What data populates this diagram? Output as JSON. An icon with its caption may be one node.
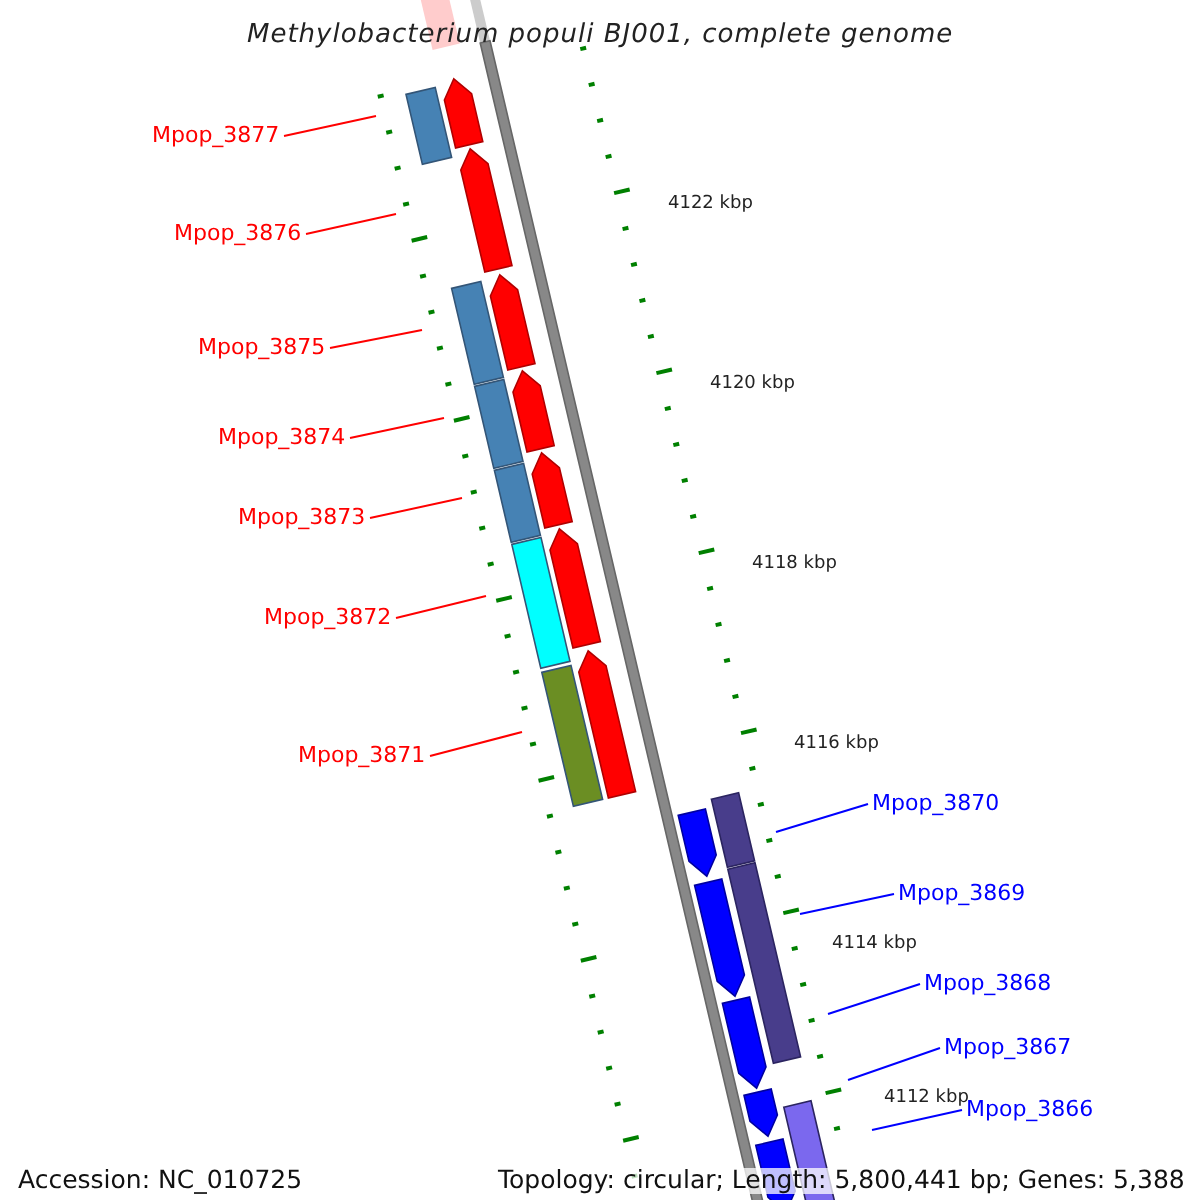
{
  "diagram": {
    "title": "Methylobacterium populi BJ001, complete genome",
    "nodes": [
      {
        "text": [
          "Mpop_3877"
        ]
      },
      {
        "text": [
          "Mpop_3876"
        ]
      },
      {
        "text": [
          "Mpop_3875"
        ]
      },
      {
        "text": [
          "Mpop_3874"
        ]
      },
      {
        "text": [
          "Mpop_3873"
        ]
      },
      {
        "text": [
          "Mpop_3872"
        ]
      },
      {
        "text": [
          "Mpop_3871"
        ]
      },
      {
        "text": [
          "Mpop_3870"
        ]
      },
      {
        "text": [
          "Mpop_3869"
        ]
      },
      {
        "text": [
          "Mpop_3868"
        ]
      },
      {
        "text": [
          "Mpop_3867"
        ]
      },
      {
        "text": [
          "Mpop_3866"
        ]
      }
    ],
    "edges": [
      {
        "from": 0,
        "to": null,
        "arrow": "none",
        "color": "#ff0000"
      },
      {
        "from": 1,
        "to": null,
        "arrow": "none",
        "color": "#ff0000"
      },
      {
        "from": 2,
        "to": null,
        "arrow": "none",
        "color": "#ff0000"
      },
      {
        "from": 3,
        "to": null,
        "arrow": "none",
        "color": "#ff0000"
      },
      {
        "from": 4,
        "to": null,
        "arrow": "none",
        "color": "#ff0000"
      },
      {
        "from": 5,
        "to": null,
        "arrow": "none",
        "color": "#ff0000"
      },
      {
        "from": 6,
        "to": null,
        "arrow": "none",
        "color": "#ff0000"
      },
      {
        "from": 7,
        "to": null,
        "arrow": "none",
        "color": "#0000ff"
      },
      {
        "from": 8,
        "to": null,
        "arrow": "none",
        "color": "#0000ff"
      },
      {
        "from": 9,
        "to": null,
        "arrow": "none",
        "color": "#0000ff"
      },
      {
        "from": 10,
        "to": null,
        "arrow": "none",
        "color": "#0000ff"
      },
      {
        "from": 11,
        "to": null,
        "arrow": "none",
        "color": "#0000ff"
      }
    ],
    "labels": [
      "4122 kbp",
      "4120 kbp",
      "4118 kbp",
      "4116 kbp",
      "4114 kbp",
      "4112 kbp",
      "Accession: NC_010725",
      "Topology: circular; Length: 5,800,441 bp; Genes: 5,388"
    ]
  }
}
